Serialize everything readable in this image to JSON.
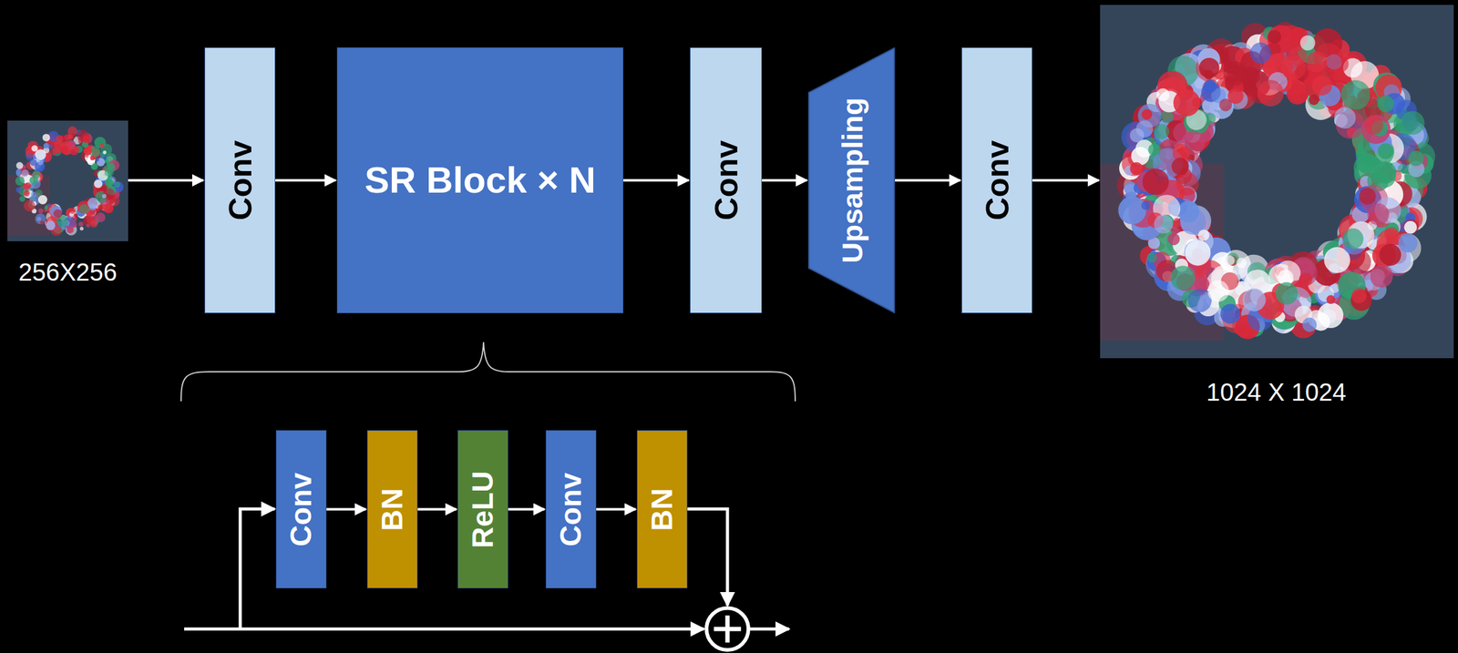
{
  "diagram": {
    "nodes": [
      {
        "text": [
          "Conv"
        ]
      },
      {
        "text": [
          "SR Block × N"
        ]
      },
      {
        "text": [
          "Conv"
        ]
      },
      {
        "text": [
          "Upsampling"
        ]
      },
      {
        "text": [
          "Conv"
        ]
      },
      {
        "text": [
          "Conv"
        ]
      },
      {
        "text": [
          "BN"
        ]
      },
      {
        "text": [
          "ReLU"
        ]
      },
      {
        "text": [
          "Conv"
        ]
      },
      {
        "text": [
          "BN"
        ]
      }
    ],
    "edges": [
      {
        "from": 0,
        "to": 1,
        "arrow": "to"
      },
      {
        "from": 1,
        "to": 2,
        "arrow": "to"
      },
      {
        "from": 2,
        "to": 3,
        "arrow": "to"
      },
      {
        "from": 3,
        "to": 4,
        "arrow": "to"
      },
      {
        "from": 5,
        "to": 6,
        "arrow": "to"
      },
      {
        "from": 6,
        "to": 7,
        "arrow": "to"
      },
      {
        "from": 7,
        "to": 8,
        "arrow": "to"
      },
      {
        "from": 8,
        "to": 9,
        "arrow": "to"
      }
    ],
    "labels": [
      "256X256",
      "1024 X 1024"
    ]
  }
}
